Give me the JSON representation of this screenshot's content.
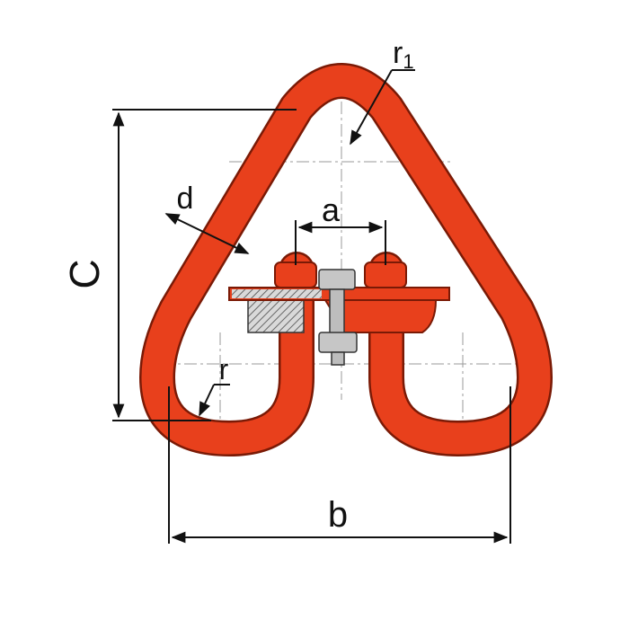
{
  "colors": {
    "link_fill": "#e8401c",
    "link_edge": "#7a1a06",
    "dimension_line": "#111111",
    "centerline": "#9a9a9a",
    "hardware": "#bdbdbd",
    "hatch": "#666666"
  },
  "labels": {
    "a": "a",
    "b": "b",
    "c": "C",
    "d": "d",
    "r": "r",
    "r1_base": "r",
    "r1_sub": "1"
  }
}
